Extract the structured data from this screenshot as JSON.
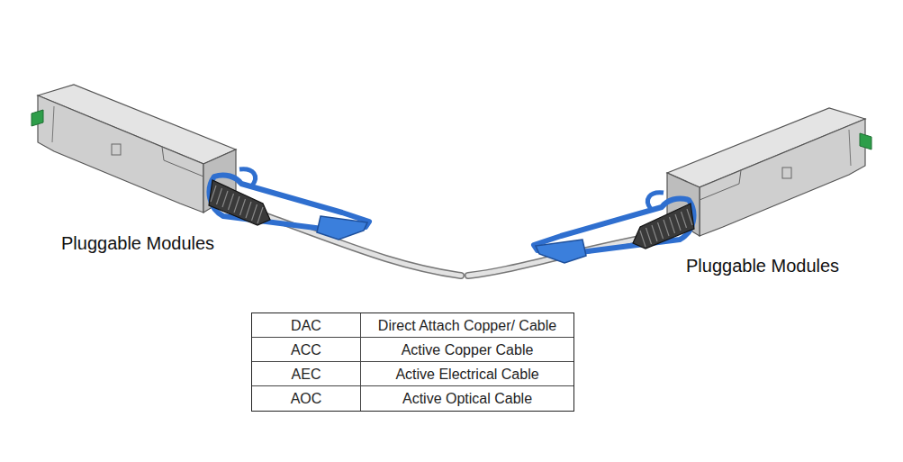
{
  "diagram": {
    "labels": [
      "Pluggable Modules",
      "Pluggable Modules",
      "DAC",
      "Direct Attach Copper/ Cable",
      "ACC",
      "Active Copper Cable",
      "AEC",
      "Active Electrical Cable",
      "AOC",
      "Active Optical Cable"
    ]
  }
}
